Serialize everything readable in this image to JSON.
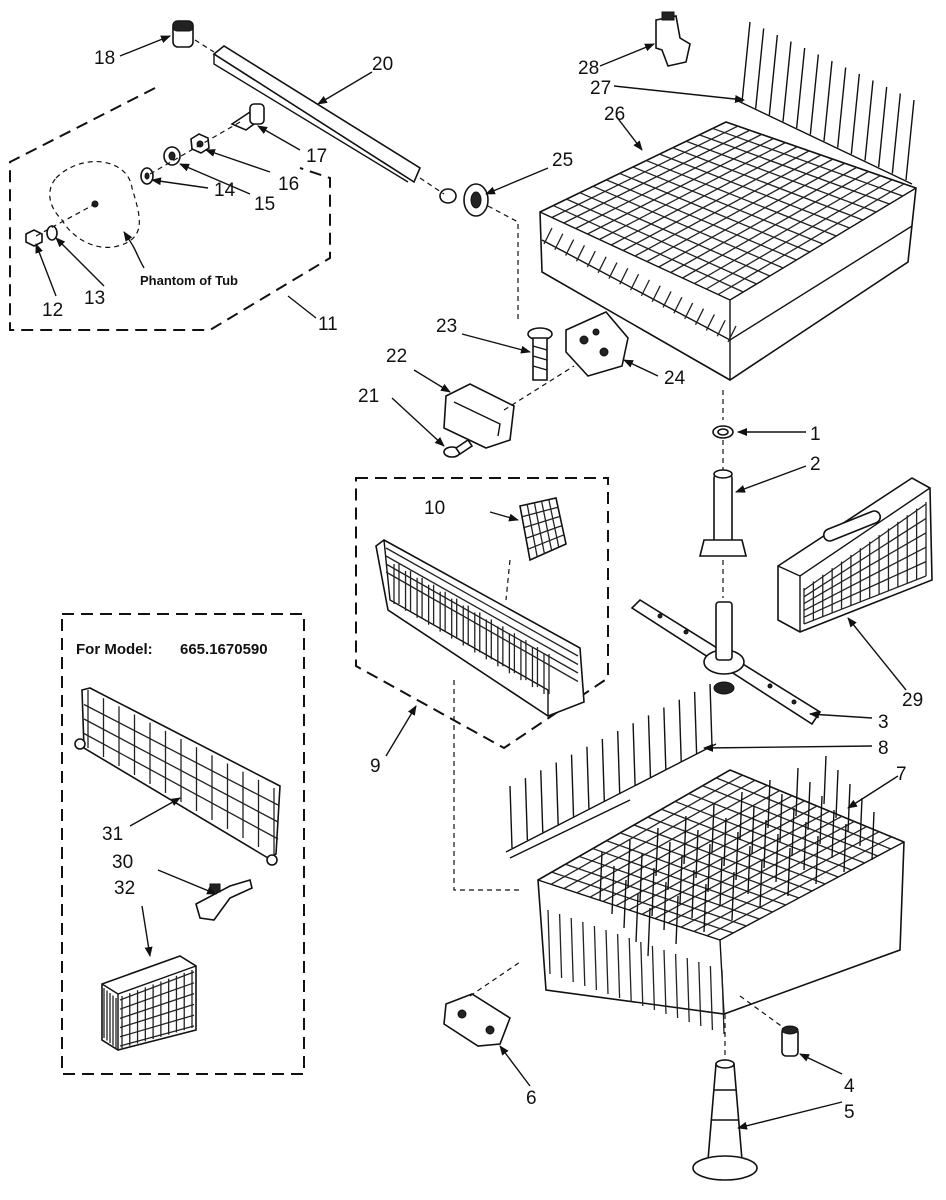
{
  "diagram": {
    "phantom_label": "Phantom of Tub",
    "model_label": "For Model:",
    "model_number": "665.1670590",
    "callouts": {
      "c1": "1",
      "c2": "2",
      "c3": "3",
      "c4": "4",
      "c5": "5",
      "c6": "6",
      "c7": "7",
      "c8": "8",
      "c9": "9",
      "c10": "10",
      "c11": "11",
      "c12": "12",
      "c13": "13",
      "c14": "14",
      "c15": "15",
      "c16": "16",
      "c17": "17",
      "c18": "18",
      "c20": "20",
      "c21": "21",
      "c22": "22",
      "c23": "23",
      "c24": "24",
      "c25": "25",
      "c26": "26",
      "c27": "27",
      "c28": "28",
      "c29": "29",
      "c30": "30",
      "c31": "31",
      "c32": "32"
    }
  }
}
